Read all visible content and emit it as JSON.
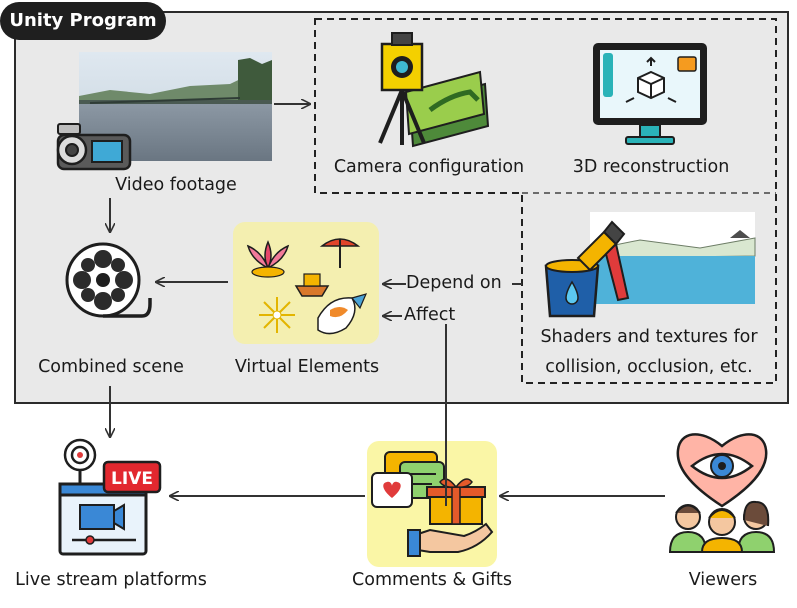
{
  "title": "Unity Program",
  "nodes": {
    "video_footage": "Video footage",
    "camera_configuration": "Camera configuration",
    "reconstruction_3d": "3D reconstruction",
    "combined_scene": "Combined scene",
    "virtual_elements": "Virtual Elements",
    "shaders_line1": "Shaders and textures for",
    "shaders_line2": "collision, occlusion, etc.",
    "live_stream_platforms": "Live stream platforms",
    "comments_gifts": "Comments & Gifts",
    "viewers": "Viewers"
  },
  "edges": {
    "depend_on": "Depend on",
    "affect": "Affect"
  },
  "icons": {
    "live_badge": "LIVE"
  },
  "colors": {
    "program_bg": "#e9e9e9",
    "highlight_bg": "#f4efb0",
    "comments_bg": "#faf6a6",
    "water": "#4fb2d9"
  }
}
